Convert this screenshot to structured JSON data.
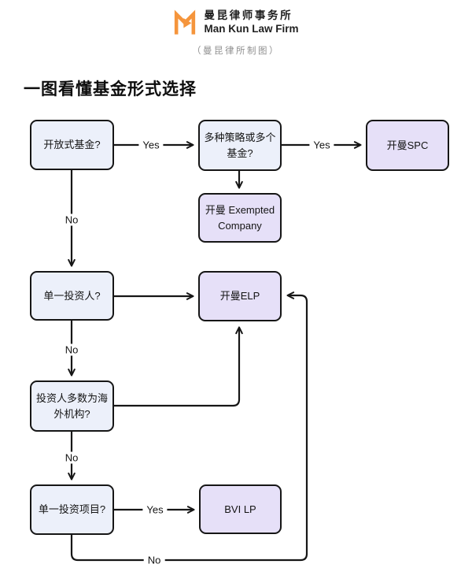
{
  "header": {
    "logo_icon": "mankun-m-icon",
    "firm_name_zh": "曼昆律师事务所",
    "firm_name_en": "Man Kun Law Firm",
    "caption": "（曼昆律所制图）"
  },
  "title": "一图看懂基金形式选择",
  "colors": {
    "logo_orange": "#F5953C",
    "question_fill": "#ECF0FA",
    "result_fill": "#E6E0F8",
    "line": "#161616",
    "caption_gray": "#8F8F8F"
  },
  "flowchart": {
    "nodes": [
      {
        "id": "open-fund",
        "type": "question",
        "label": "开放式基金?"
      },
      {
        "id": "multi-strategy",
        "type": "question",
        "label": "多种策略或多个\n基金?"
      },
      {
        "id": "cayman-spc",
        "type": "result",
        "label": "开曼SPC"
      },
      {
        "id": "cayman-exempted-company",
        "type": "result",
        "label": "开曼 Exempted\nCompany"
      },
      {
        "id": "single-investor",
        "type": "question",
        "label": "单一投资人?"
      },
      {
        "id": "cayman-elp",
        "type": "result",
        "label": "开曼ELP"
      },
      {
        "id": "overseas-investors",
        "type": "question",
        "label": "投资人多数为海\n外机构?"
      },
      {
        "id": "single-project",
        "type": "question",
        "label": "单一投资项目?"
      },
      {
        "id": "bvi-lp",
        "type": "result",
        "label": "BVI LP"
      }
    ],
    "edge_labels": [
      {
        "id": "open-fund-yes",
        "text": "Yes"
      },
      {
        "id": "multi-strategy-yes",
        "text": "Yes"
      },
      {
        "id": "open-fund-no",
        "text": "No"
      },
      {
        "id": "single-investor-no",
        "text": "No"
      },
      {
        "id": "overseas-investors-no",
        "text": "No"
      },
      {
        "id": "single-project-yes",
        "text": "Yes"
      },
      {
        "id": "single-project-no",
        "text": "No"
      }
    ]
  }
}
